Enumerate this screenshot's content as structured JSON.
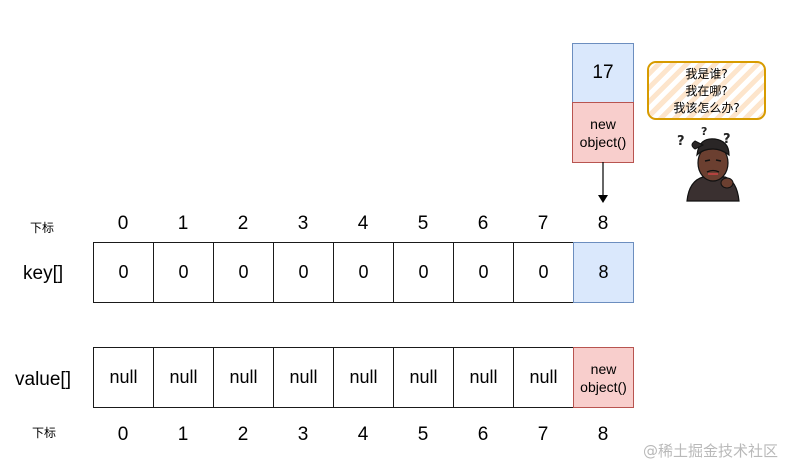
{
  "top_label": "下标",
  "bottom_label": "下标",
  "key_label": "key[]",
  "value_label": "value[]",
  "indices": [
    "0",
    "1",
    "2",
    "3",
    "4",
    "5",
    "6",
    "7",
    "8"
  ],
  "keys": [
    "0",
    "0",
    "0",
    "0",
    "0",
    "0",
    "0",
    "0",
    "8"
  ],
  "values": [
    "null",
    "null",
    "null",
    "null",
    "null",
    "null",
    "null",
    "null",
    "new object()"
  ],
  "new_entry": {
    "key": "17",
    "value": "new object()"
  },
  "bubble_lines": [
    "我是谁?",
    "我在哪?",
    "我该怎么办?"
  ],
  "thinker_marks": [
    "?",
    "?",
    "?"
  ],
  "colors": {
    "blue_fill": "#dae8fc",
    "blue_stroke": "#6c8ebf",
    "red_fill": "#f8cecc",
    "red_stroke": "#b85450",
    "bubble_stroke": "#d79b00"
  },
  "watermark": "@稀土掘金技术社区"
}
